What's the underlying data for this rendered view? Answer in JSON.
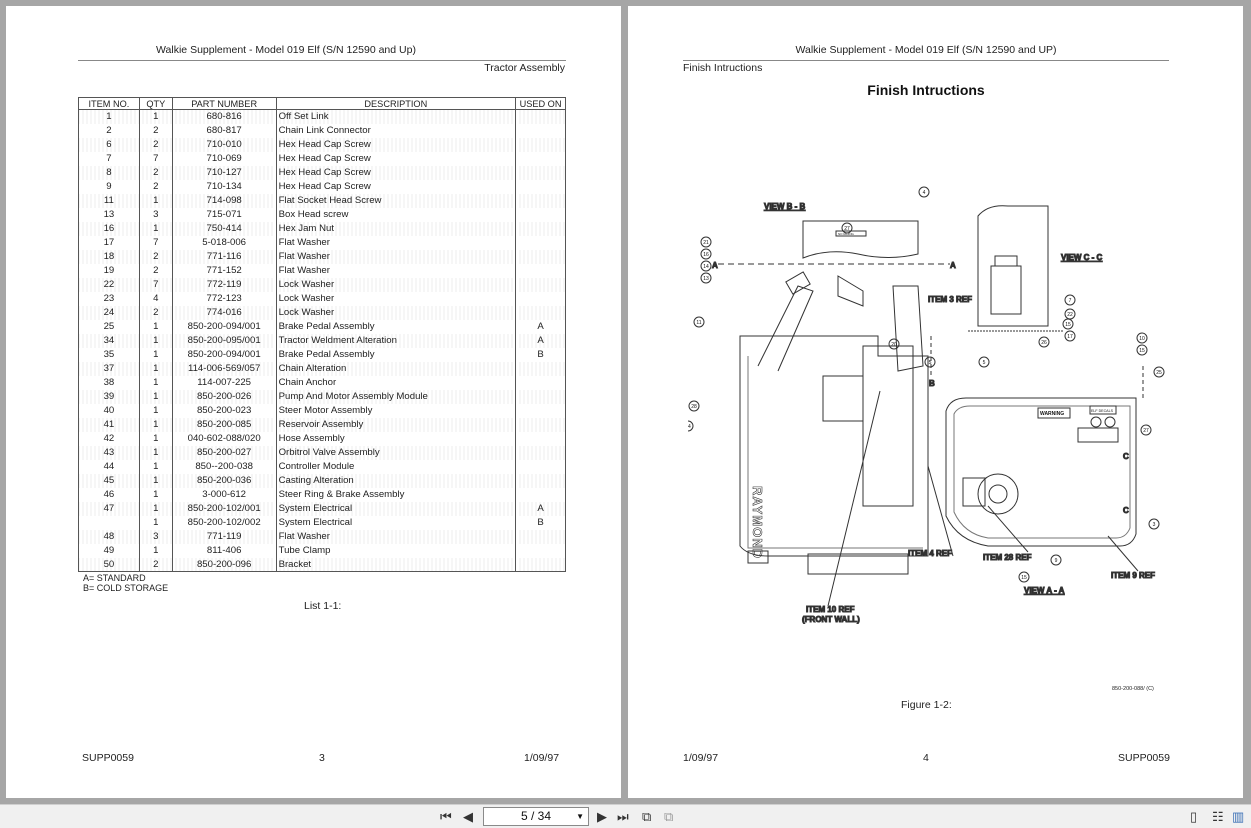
{
  "left_page": {
    "header_title": "Walkie Supplement - Model 019 Elf (S/N 12590 and Up)",
    "header_sub": "Tractor Assembly",
    "table_headers": [
      "ITEM NO.",
      "QTY",
      "PART NUMBER",
      "DESCRIPTION",
      "USED ON"
    ],
    "rows": [
      [
        "1",
        "1",
        "680-816",
        "Off Set Link",
        ""
      ],
      [
        "2",
        "2",
        "680-817",
        "Chain Link Connector",
        ""
      ],
      [
        "6",
        "2",
        "710-010",
        "Hex Head Cap Screw",
        ""
      ],
      [
        "7",
        "7",
        "710-069",
        "Hex Head Cap Screw",
        ""
      ],
      [
        "8",
        "2",
        "710-127",
        "Hex Head Cap Screw",
        ""
      ],
      [
        "9",
        "2",
        "710-134",
        "Hex Head Cap Screw",
        ""
      ],
      [
        "11",
        "1",
        "714-098",
        "Flat Socket Head Screw",
        ""
      ],
      [
        "13",
        "3",
        "715-071",
        "Box Head screw",
        ""
      ],
      [
        "16",
        "1",
        "750-414",
        "Hex Jam Nut",
        ""
      ],
      [
        "17",
        "7",
        "5-018-006",
        "Flat Washer",
        ""
      ],
      [
        "18",
        "2",
        "771-116",
        "Flat Washer",
        ""
      ],
      [
        "19",
        "2",
        "771-152",
        "Flat Washer",
        ""
      ],
      [
        "22",
        "7",
        "772-119",
        "Lock Washer",
        ""
      ],
      [
        "23",
        "4",
        "772-123",
        "Lock Washer",
        ""
      ],
      [
        "24",
        "2",
        "774-016",
        "Lock Washer",
        ""
      ],
      [
        "25",
        "1",
        "850-200-094/001",
        "Brake Pedal Assembly",
        "A"
      ],
      [
        "34",
        "1",
        "850-200-095/001",
        "Tractor Weldment Alteration",
        "A"
      ],
      [
        "35",
        "1",
        "850-200-094/001",
        "Brake Pedal Assembly",
        "B"
      ],
      [
        "37",
        "1",
        "114-006-569/057",
        "Chain Alteration",
        ""
      ],
      [
        "38",
        "1",
        "114-007-225",
        "Chain Anchor",
        ""
      ],
      [
        "39",
        "1",
        "850-200-026",
        "Pump And Motor Assembly Module",
        ""
      ],
      [
        "40",
        "1",
        "850-200-023",
        "Steer Motor Assembly",
        ""
      ],
      [
        "41",
        "1",
        "850-200-085",
        "Reservoir Assembly",
        ""
      ],
      [
        "42",
        "1",
        "040-602-088/020",
        "Hose Assembly",
        ""
      ],
      [
        "43",
        "1",
        "850-200-027",
        "Orbitrol Valve Assembly",
        ""
      ],
      [
        "44",
        "1",
        "850--200-038",
        "Controller Module",
        ""
      ],
      [
        "45",
        "1",
        "850-200-036",
        "Casting Alteration",
        ""
      ],
      [
        "46",
        "1",
        "3-000-612",
        "Steer Ring & Brake Assembly",
        ""
      ],
      [
        "47",
        "1",
        "850-200-102/001",
        "System Electrical",
        "A"
      ],
      [
        "",
        "1",
        "850-200-102/002",
        "System Electrical",
        "B"
      ],
      [
        "48",
        "3",
        "771-119",
        "Flat Washer",
        ""
      ],
      [
        "49",
        "1",
        "811-406",
        "Tube Clamp",
        ""
      ],
      [
        "50",
        "2",
        "850-200-096",
        "Bracket",
        ""
      ]
    ],
    "legend_a": "A= STANDARD",
    "legend_b": "B= COLD STORAGE",
    "caption": "List 1-1:",
    "footer_left": "SUPP0059",
    "footer_center": "3",
    "footer_right": "1/09/97"
  },
  "right_page": {
    "header_title": "Walkie Supplement - Model 019 Elf (S/N 12590 and UP)",
    "header_sub": "Finish Intructions",
    "figure_title": "Finish Intructions",
    "labels": {
      "view_bb": "VIEW B - B",
      "view_cc": "VIEW C - C",
      "view_aa": "VIEW A - A",
      "item3": "ITEM 3 REF",
      "item4": "ITEM 4 REF",
      "item28": "ITEM 28 REF",
      "item9": "ITEM 9 REF",
      "item10": "ITEM 10 REF",
      "front_wall": "(FRONT WALL)",
      "warning": "WARNING",
      "elf_decal": "ELF DECALS",
      "no_riding": "NO RIDING",
      "brand": "RAYMOND",
      "a": "A",
      "b": "B",
      "c": "C",
      "drawing_no": "850-200-088/ (C)"
    },
    "callouts": [
      "4",
      "27",
      "21",
      "16",
      "14",
      "13",
      "11",
      "20",
      "5",
      "5",
      "7",
      "22",
      "15",
      "17",
      "26",
      "10",
      "15",
      "25",
      "28",
      "24",
      "27",
      "3",
      "9",
      "15"
    ],
    "caption": "Figure 1-2:",
    "footer_left": "1/09/97",
    "footer_center": "4",
    "footer_right": "SUPP0059"
  },
  "toolbar": {
    "first_icon": "skip-first-icon",
    "prev_icon": "prev-icon",
    "page_display": "5 / 34",
    "next_icon": "next-icon",
    "last_icon": "skip-last-icon"
  }
}
